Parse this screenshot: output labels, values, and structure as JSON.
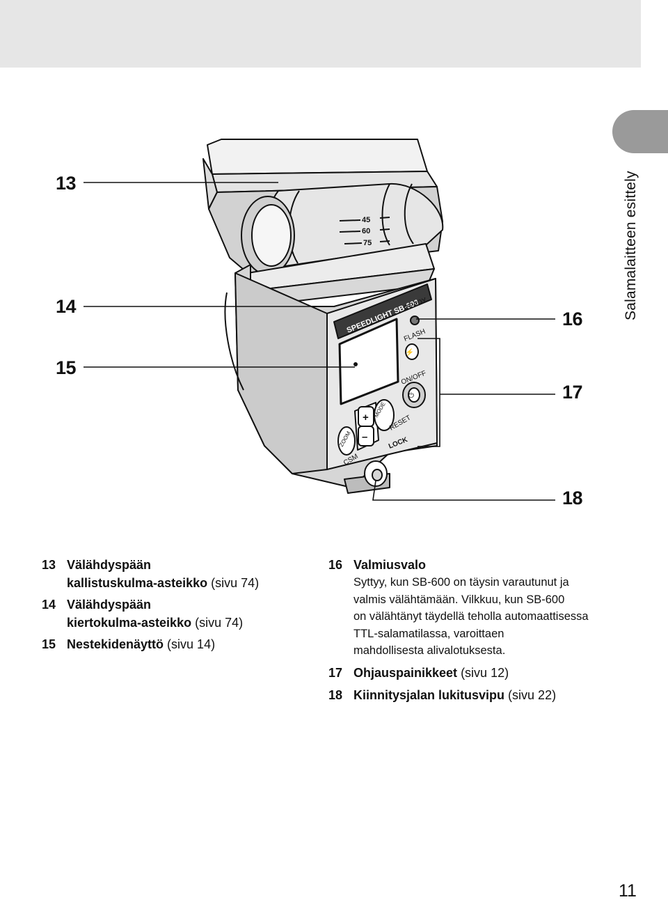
{
  "section_tab": "Salamalaitteen esittely",
  "callouts": {
    "c13": "13",
    "c14": "14",
    "c15": "15",
    "c16": "16",
    "c17": "17",
    "c18": "18"
  },
  "device_labels": {
    "scale": [
      "45",
      "60",
      "75"
    ],
    "brand": "SPEEDLIGHT SB-600",
    "ready": "READY",
    "flash": "FLASH",
    "onoff": "ON/OFF",
    "mode": "MODE",
    "reset": "RESET",
    "zoom": "ZOOM",
    "csm": "CSM",
    "lock": "LOCK",
    "plus": "+",
    "minus": "–"
  },
  "legend_left": [
    {
      "num": "13",
      "line1": "Välähdyspään",
      "line2": "kallistuskulma-asteikko",
      "ref": " (sivu 74)"
    },
    {
      "num": "14",
      "line1": "Välähdyspään",
      "line2": "kiertokulma-asteikko",
      "ref": " (sivu 74)"
    },
    {
      "num": "15",
      "name": "Nestekidenäyttö",
      "ref": " (sivu 14)"
    }
  ],
  "legend_right": [
    {
      "num": "16",
      "name": "Valmiusvalo",
      "desc": [
        "Syttyy, kun SB-600 on täysin varautunut ja",
        "valmis välähtämään. Vilkkuu, kun SB-600",
        "on välähtänyt täydellä teholla automaattisessa",
        "TTL-salamatilassa, varoittaen",
        "mahdollisesta alivalotuksesta."
      ]
    },
    {
      "num": "17",
      "name": "Ohjauspainikkeet",
      "ref": " (sivu 12)"
    },
    {
      "num": "18",
      "name": "Kiinnitysjalan lukitusvipu",
      "ref": " (sivu 22)"
    }
  ],
  "page_number": "11"
}
